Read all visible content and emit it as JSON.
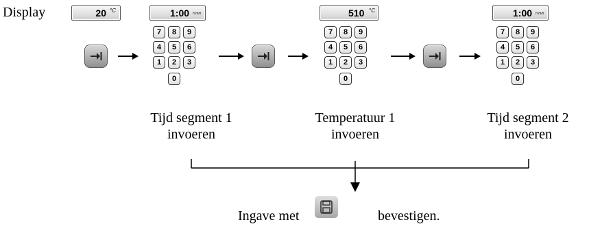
{
  "display_label": "Display",
  "display_lcd": {
    "value": "20",
    "unit": "°C"
  },
  "step1": {
    "lcd_value": "1:00",
    "lcd_unit": "h:min",
    "caption_line1": "Tijd segment 1",
    "caption_line2": "invoeren"
  },
  "step2": {
    "lcd_value": "510",
    "lcd_unit": "°C",
    "caption_line1": "Temperatuur 1",
    "caption_line2": "invoeren"
  },
  "step3": {
    "lcd_value": "1:00",
    "lcd_unit": "h:min",
    "caption_line1": "Tijd segment 2",
    "caption_line2": "invoeren"
  },
  "keypad_keys": [
    "7",
    "8",
    "9",
    "4",
    "5",
    "6",
    "1",
    "2",
    "3",
    "0"
  ],
  "confirm_before": "Ingave met",
  "confirm_after": "bevestigen.",
  "icons": {
    "enter_key": "enter-key-icon",
    "save": "save-icon"
  }
}
